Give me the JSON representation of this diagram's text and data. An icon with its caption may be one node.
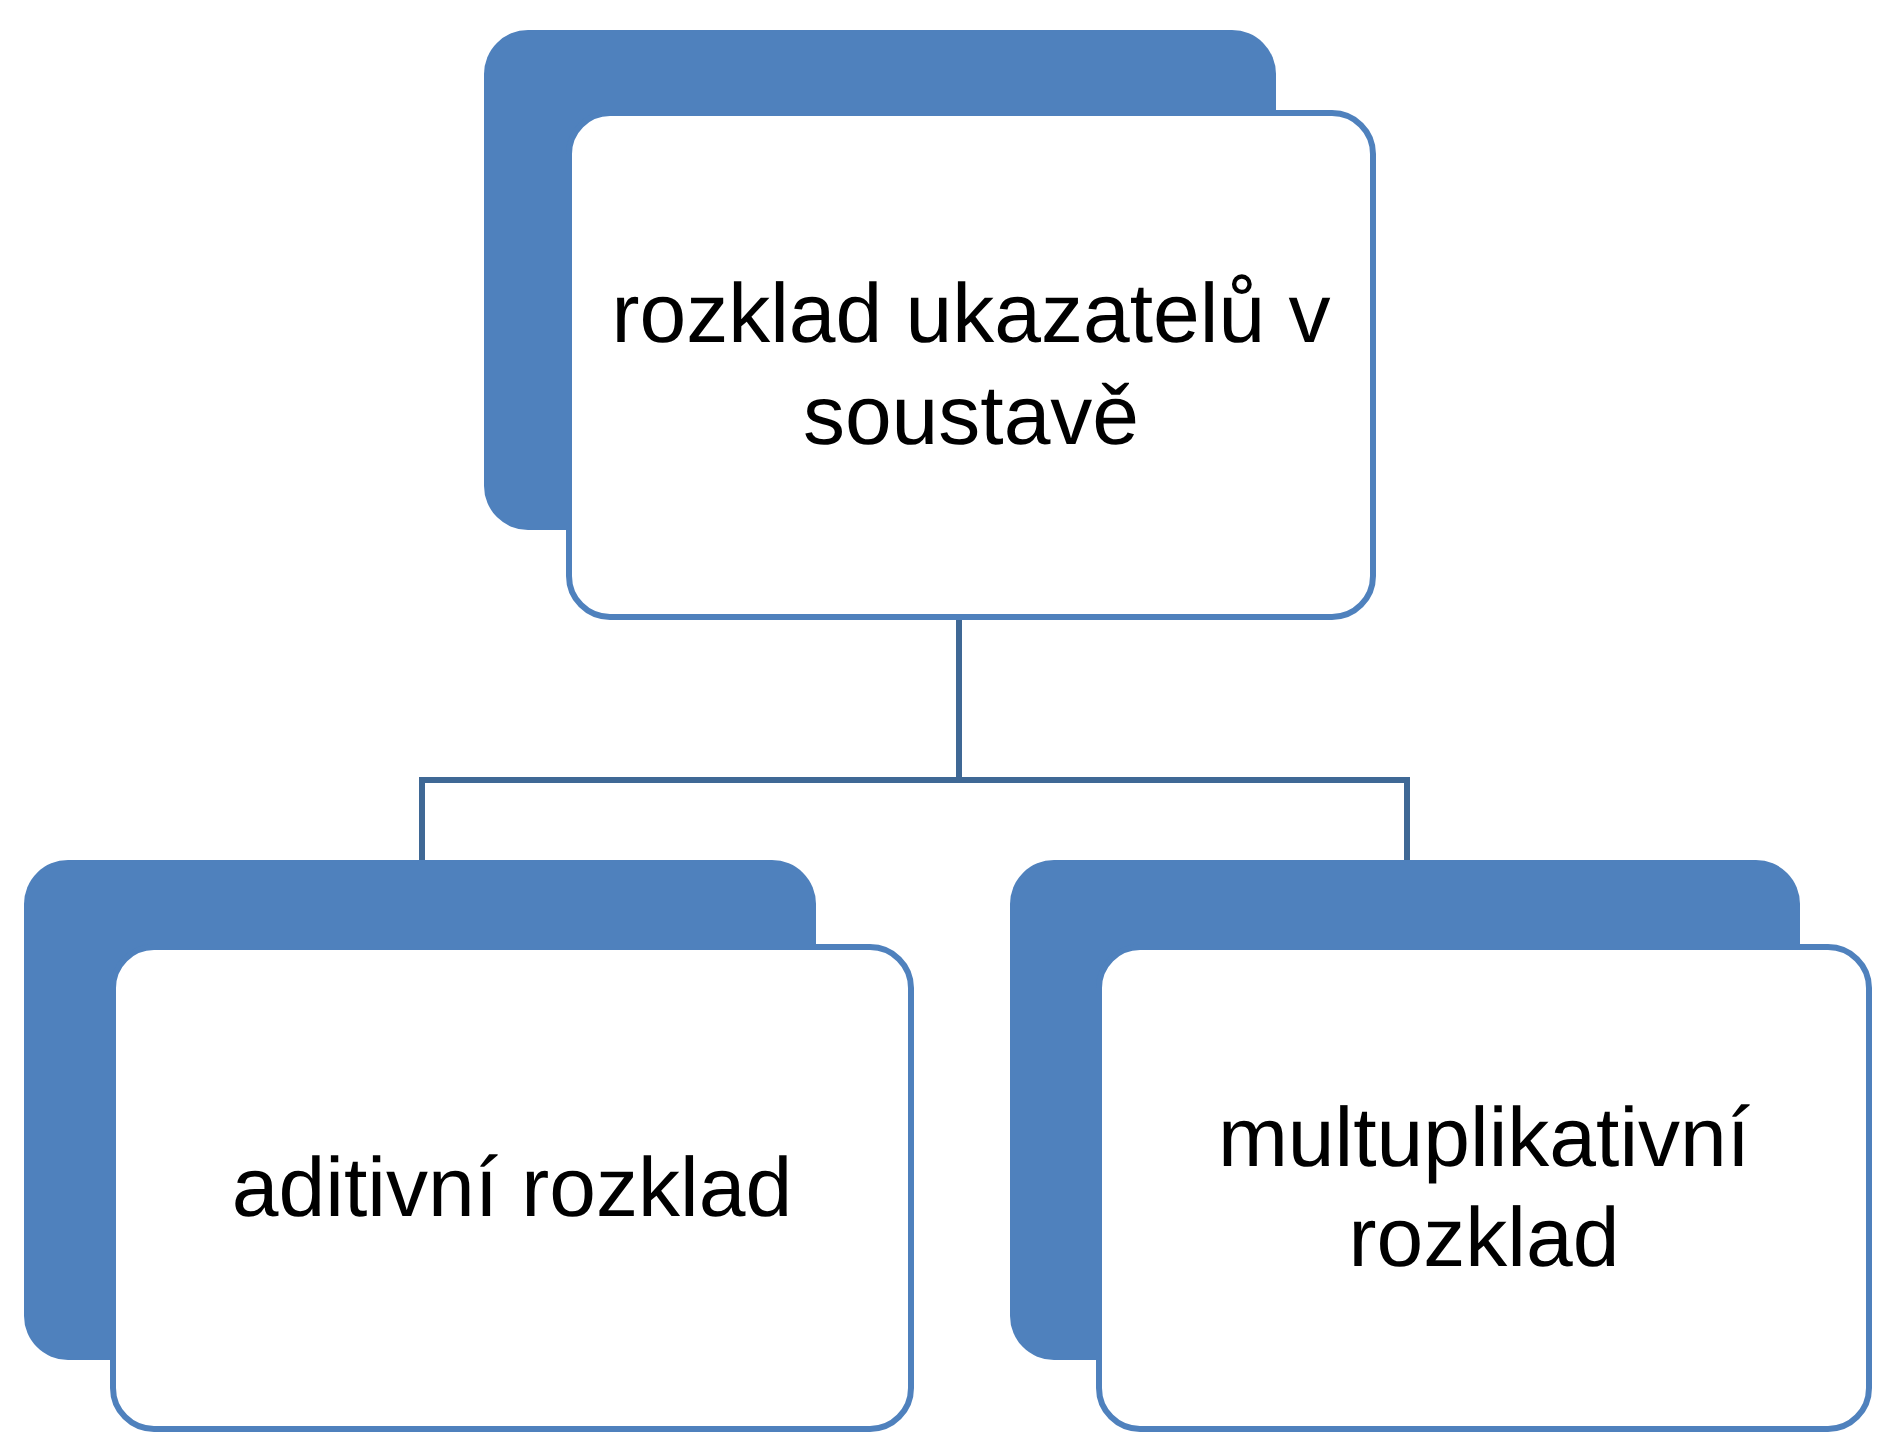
{
  "diagram": {
    "nodes": [
      {
        "text": [
          "rozklad ukazatelů v soustavě"
        ]
      },
      {
        "text": [
          "aditivní rozklad"
        ]
      },
      {
        "text": [
          "multuplikativní rozklad"
        ]
      }
    ],
    "edges": [
      {
        "from": 0,
        "to": 1,
        "arrow": "none"
      },
      {
        "from": 0,
        "to": 2,
        "arrow": "none"
      }
    ]
  }
}
